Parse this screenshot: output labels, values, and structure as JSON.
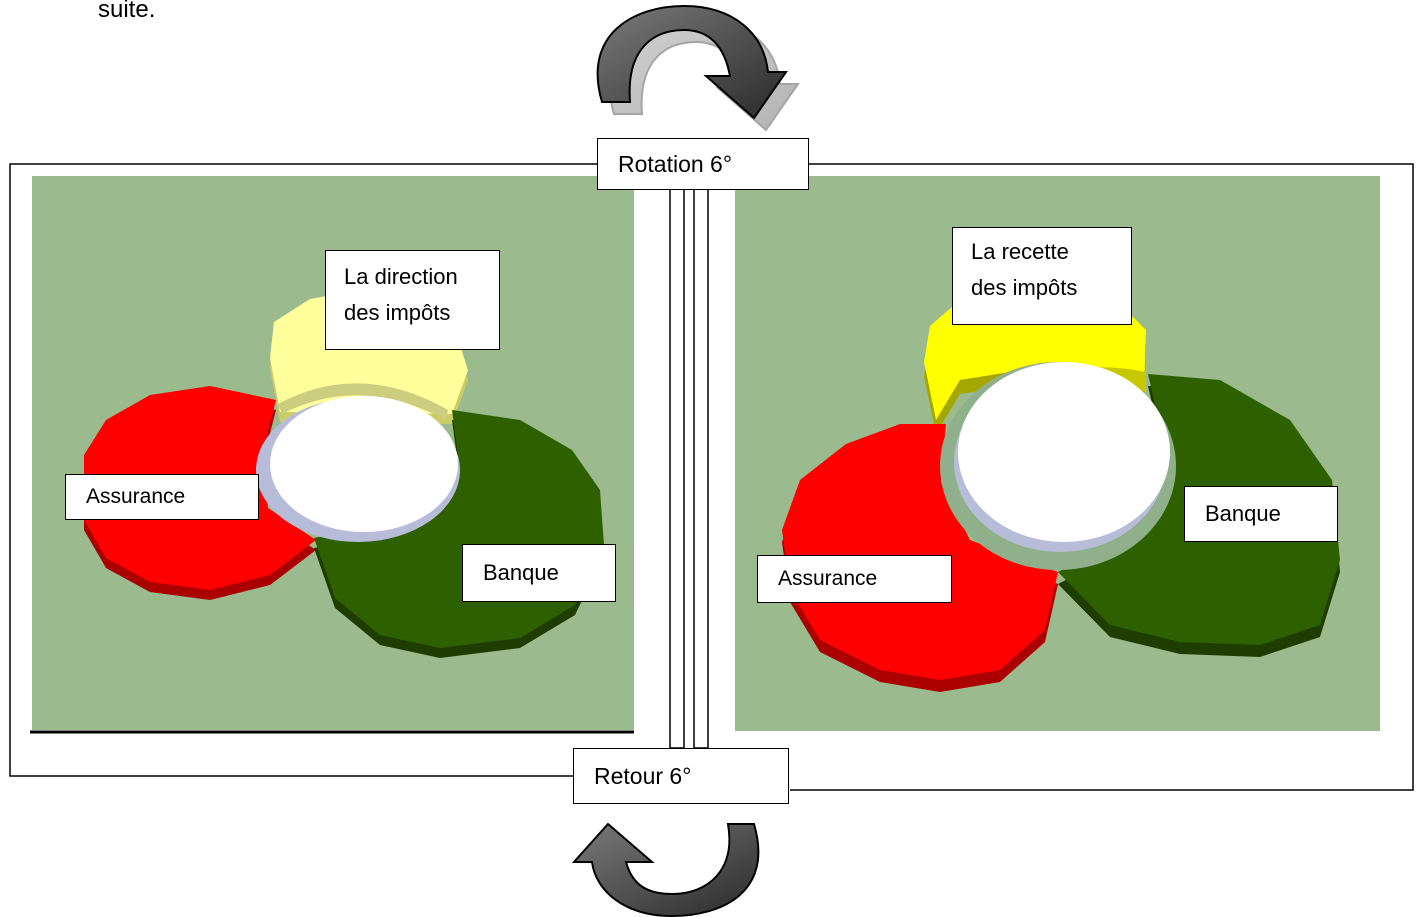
{
  "top_text": "suite.",
  "rotation_label": "Rotation 6°",
  "return_label": "Retour  6°",
  "left_panel": {
    "top_label_line1": "La direction",
    "top_label_line2": "des impôts",
    "left_label": "Assurance",
    "right_label": "Banque"
  },
  "right_panel": {
    "top_label_line1": "La recette",
    "top_label_line2": "des impôts",
    "left_label": "Assurance",
    "right_label": "Banque"
  },
  "colors": {
    "panel_bg": "#9bbb8f",
    "red": "#ff0000",
    "dark_green": "#2f6000",
    "pale_yellow": "#ffff9c",
    "yellow": "#ffff00",
    "arrow": "#555555"
  }
}
